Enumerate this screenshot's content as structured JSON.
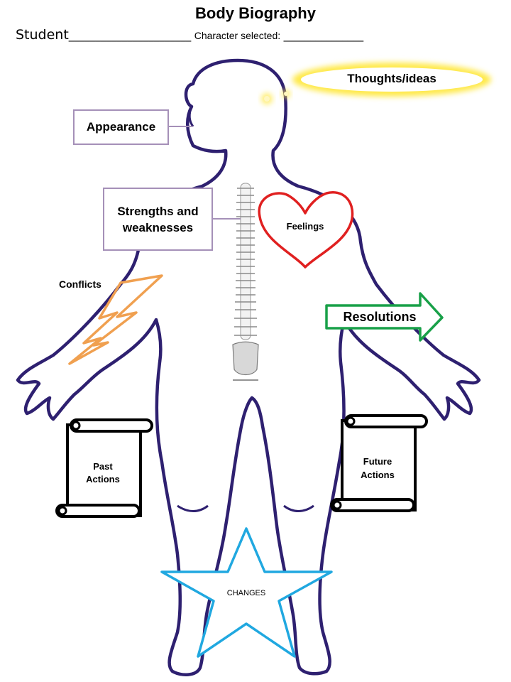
{
  "header": {
    "title": "Body Biography",
    "student_label": "Student",
    "student_blank": "_______________________",
    "character_label": "Character selected:",
    "character_blank": "_______________"
  },
  "labels": {
    "thoughts": "Thoughts/ideas",
    "appearance": "Appearance",
    "strengths_line1": "Strengths and",
    "strengths_line2": "weaknesses",
    "feelings": "Feelings",
    "conflicts": "Conflicts",
    "resolutions": "Resolutions",
    "past_line1": "Past",
    "past_line2": "Actions",
    "future_line1": "Future",
    "future_line2": "Actions",
    "changes": "CHANGES"
  },
  "colors": {
    "body_outline": "#2e2070",
    "box_border": "#a590b8",
    "cloud_glow": "#ffe94a",
    "heart": "#e02020",
    "lightning": "#f0a050",
    "arrow": "#18a048",
    "star": "#20a8e0",
    "scroll": "#000000"
  }
}
